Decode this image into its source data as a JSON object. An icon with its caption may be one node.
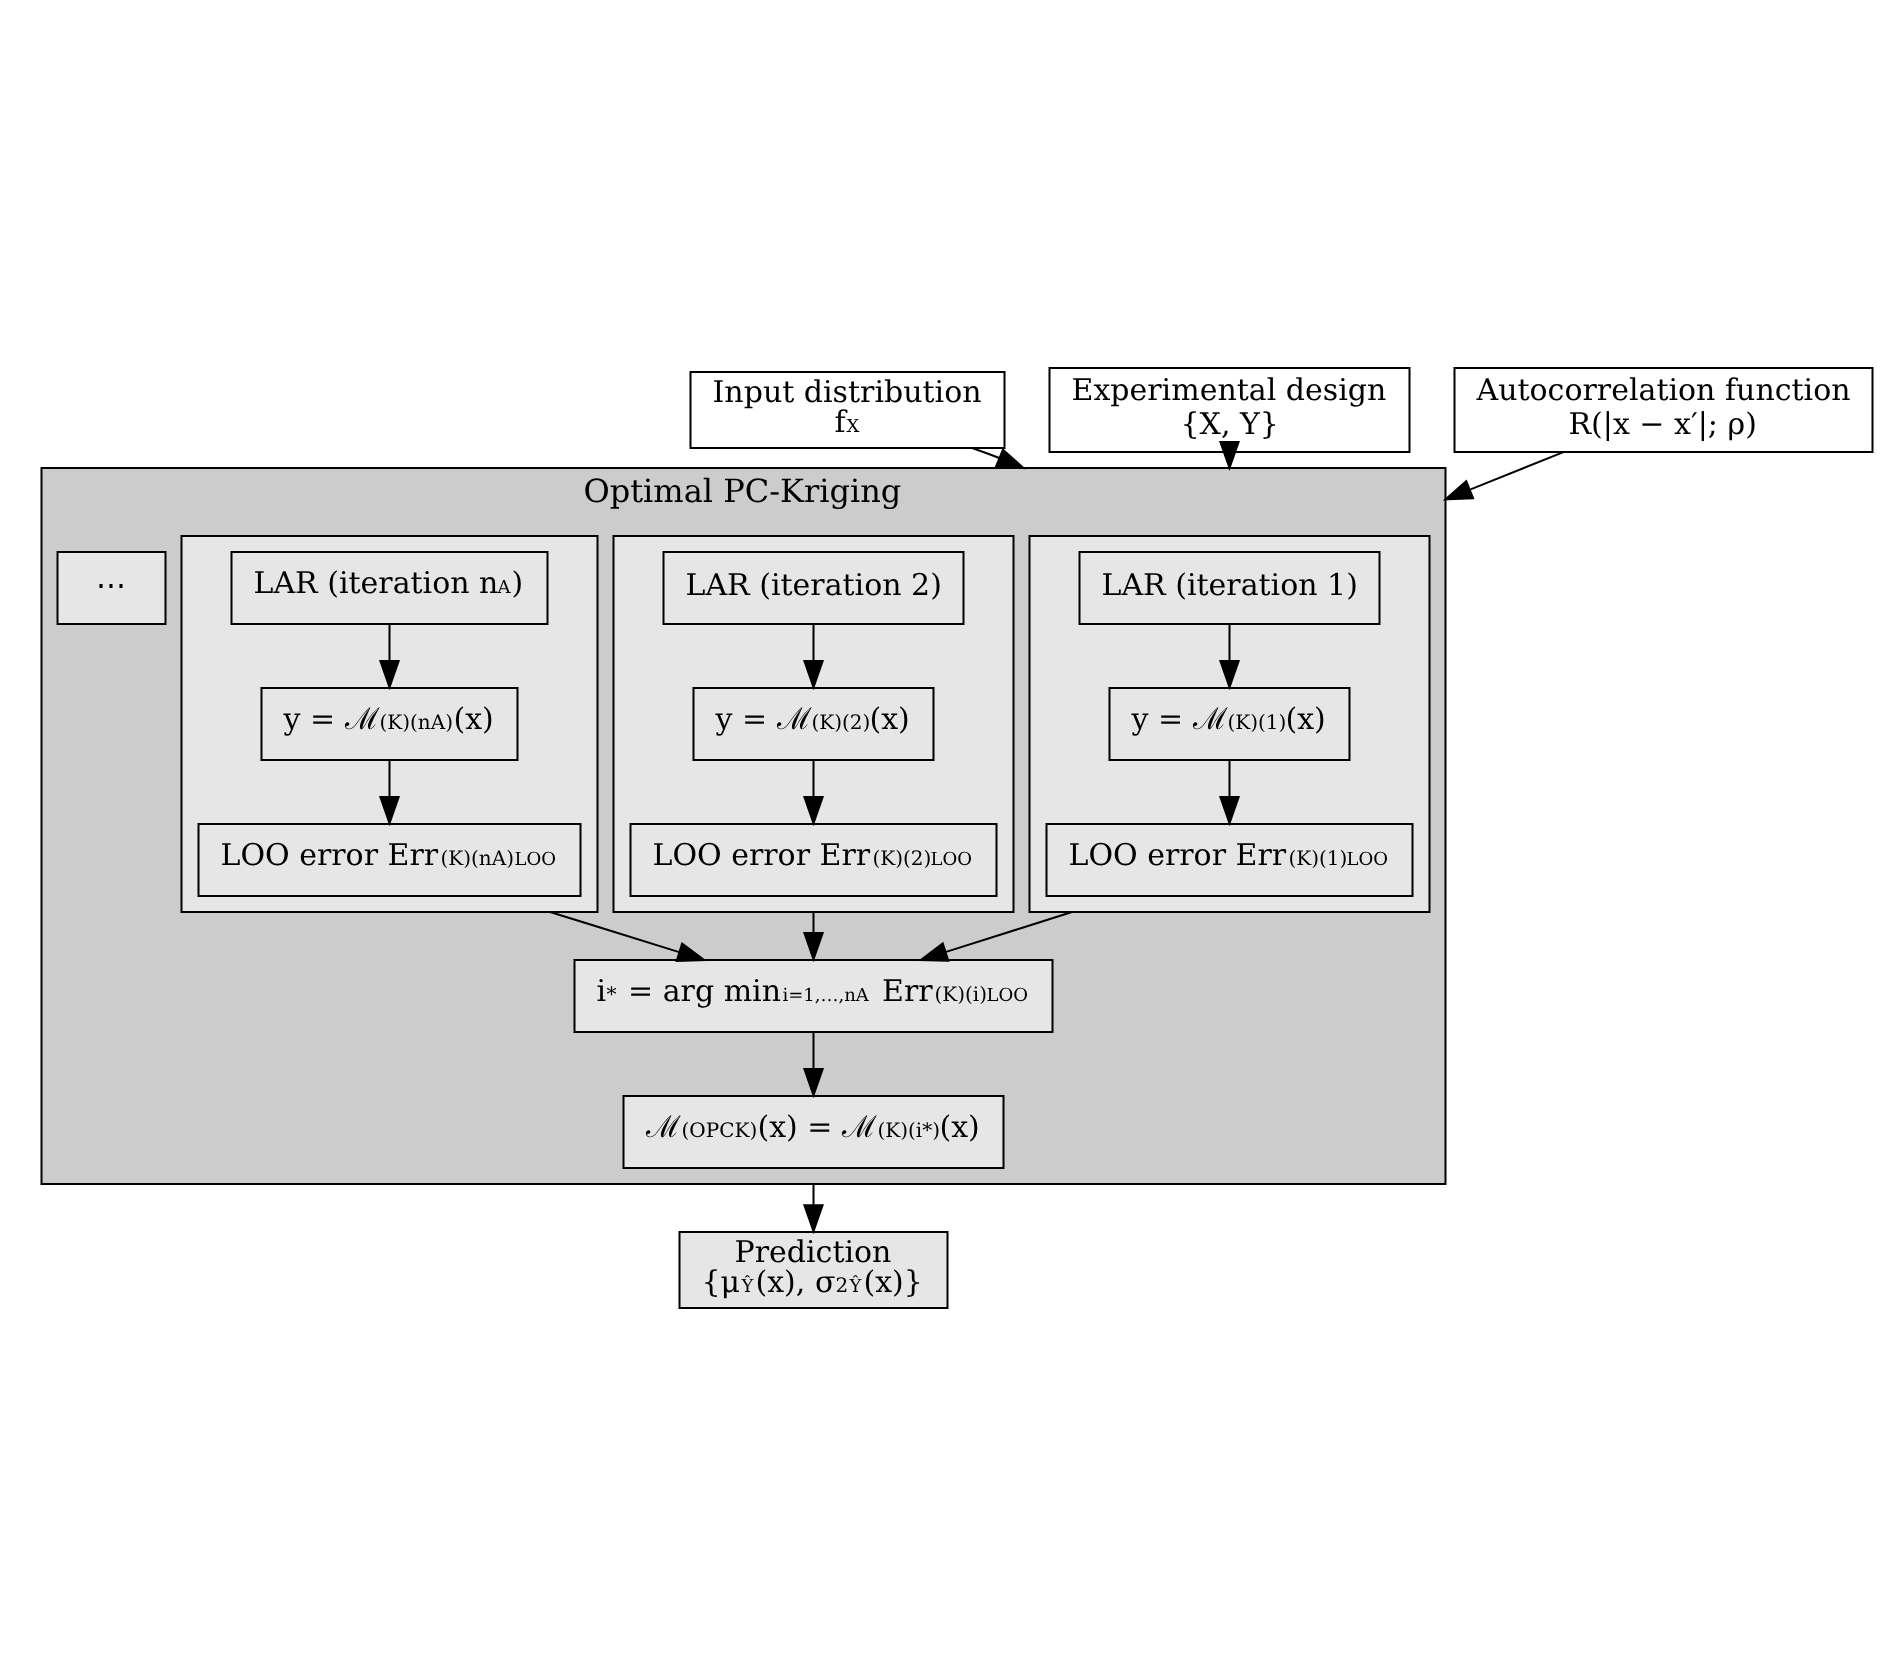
{
  "diagram": {
    "nodes": [
      {
        "text": [
          "Input distribution",
          "f$_{X}$"
        ]
      },
      {
        "text": [
          "Experimental design",
          "{X, Y}"
        ]
      },
      {
        "text": [
          "Autocorrelation function",
          "R(|x − x′|; ρ)"
        ]
      },
      {
        "text": [
          "Optimal PC-Kriging"
        ]
      },
      {
        "text": [],
        "shape": "box",
        "in": 3
      },
      {
        "text": [
          "LAR (iteration 1)"
        ],
        "in": 4
      },
      {
        "text": [
          "y = ℳ$^{(K)(1)}$(x)"
        ],
        "in": 4
      },
      {
        "text": [
          "LOO error Err$^{(K)(1)}$$_{LOO}$"
        ],
        "in": 4
      },
      {
        "text": [],
        "shape": "box",
        "in": 3
      },
      {
        "text": [
          "LAR (iteration 2)"
        ],
        "in": 8
      },
      {
        "text": [
          "y = ℳ$^{(K)(2)}$(x)"
        ],
        "in": 8
      },
      {
        "text": [
          "LOO error Err$^{(K)(2)}$$_{LOO}$"
        ],
        "in": 8
      },
      {
        "text": [
          "⋯"
        ],
        "in": 3
      },
      {
        "text": [],
        "shape": "box",
        "in": 3
      },
      {
        "text": [
          "LAR (iteration n$_{A}$)"
        ],
        "in": 13
      },
      {
        "text": [
          "y = ℳ$^{(K)(nA)}$(x)"
        ],
        "in": 13
      },
      {
        "text": [
          "LOO error Err$^{(K)(nA)}$$_{LOO}$"
        ],
        "in": 13
      },
      {
        "text": [
          "i$^{*}$ = arg min$_{i=1,…,nA}$ Err$^{(K)(i)}$$_{LOO}$"
        ],
        "in": 3
      },
      {
        "text": [
          "ℳ$^{(OPCK)}$(x) = ℳ$^{(K)(i*)}$(x)"
        ],
        "in": 3
      },
      {
        "text": [
          "Prediction",
          "{μ$_{Ŷ}$(x), σ$^{2}$$_{Ŷ}$(x)}"
        ]
      }
    ],
    "edges": [
      {
        "from": 0,
        "to": 3,
        "arrow": "to"
      },
      {
        "from": 1,
        "to": 3,
        "arrow": "to"
      },
      {
        "from": 2,
        "to": 3,
        "arrow": "to"
      },
      {
        "from": 5,
        "to": 6,
        "arrow": "to"
      },
      {
        "from": 6,
        "to": 7,
        "arrow": "to"
      },
      {
        "from": 9,
        "to": 10,
        "arrow": "to"
      },
      {
        "from": 10,
        "to": 11,
        "arrow": "to"
      },
      {
        "from": 14,
        "to": 15,
        "arrow": "to"
      },
      {
        "from": 15,
        "to": 16,
        "arrow": "to"
      },
      {
        "from": 4,
        "to": 17,
        "arrow": "to"
      },
      {
        "from": 8,
        "to": 17,
        "arrow": "to"
      },
      {
        "from": 13,
        "to": 17,
        "arrow": "to"
      },
      {
        "from": 17,
        "to": 18,
        "arrow": "to"
      },
      {
        "from": 3,
        "to": 19,
        "arrow": "to"
      }
    ]
  }
}
